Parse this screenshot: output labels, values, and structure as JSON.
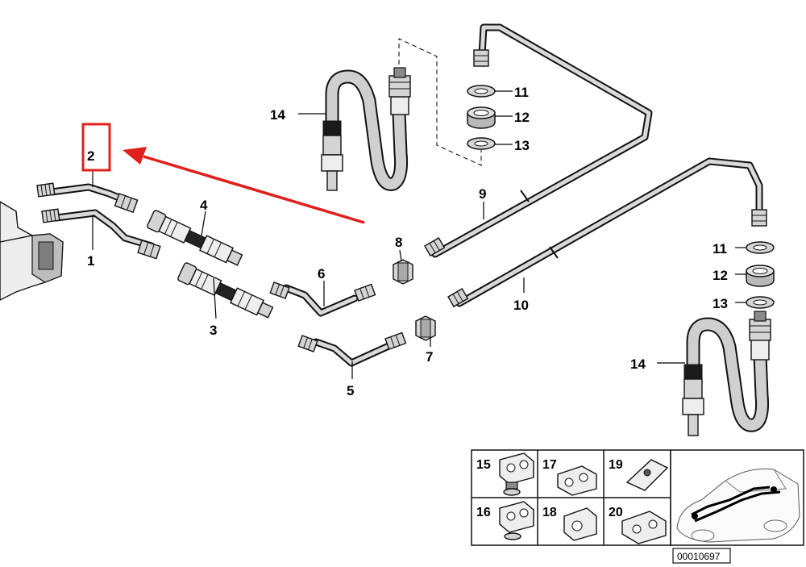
{
  "diagram": {
    "part_labels": {
      "p1": "1",
      "p2": "2",
      "p3": "3",
      "p4": "4",
      "p5": "5",
      "p6": "6",
      "p7": "7",
      "p8": "8",
      "p9": "9",
      "p10": "10",
      "p11a": "11",
      "p12a": "12",
      "p13a": "13",
      "p14a": "14",
      "p11b": "11",
      "p12b": "12",
      "p13b": "13",
      "p14b": "14"
    },
    "inset_labels": {
      "i15": "15",
      "i16": "16",
      "i17": "17",
      "i18": "18",
      "i19": "19",
      "i20": "20"
    },
    "diagram_code": "00010697",
    "highlight_color": "#e0201c"
  }
}
